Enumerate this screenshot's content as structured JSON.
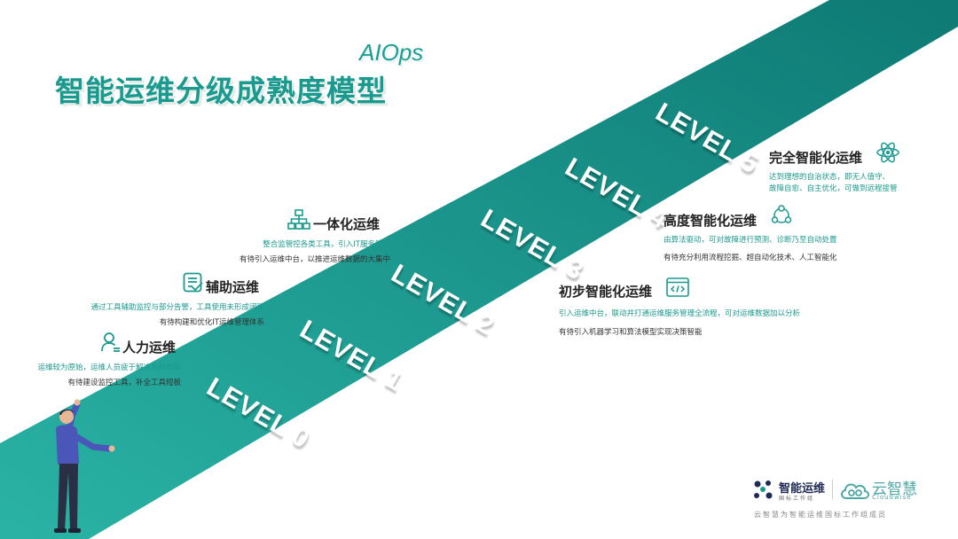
{
  "header": {
    "aiops": "AIOps",
    "title": "智能运维分级成熟度模型"
  },
  "levels": [
    {
      "label": "LEVEL 0"
    },
    {
      "label": "LEVEL 1"
    },
    {
      "label": "LEVEL 2"
    },
    {
      "label": "LEVEL 3"
    },
    {
      "label": "LEVEL 4"
    },
    {
      "label": "LEVEL 5"
    }
  ],
  "stages": {
    "manual": {
      "title": "人力运维",
      "desc1": "运维较为原始，运维人员疲于解决各种故障",
      "desc2": "有待建设监控工具，补全工具短板",
      "icon": "user-icon"
    },
    "assisted": {
      "title": "辅助运维",
      "desc1": "通过工具辅助监控与部分告警，工具使用未形成闭环",
      "desc2": "有待构建和优化IT运维管理体系",
      "icon": "document-icon"
    },
    "integrated": {
      "title": "一体化运维",
      "desc1": "整合监管控各类工具，引入IT服务管理",
      "desc2": "有待引入运维中台，以推进运维数据的大集中",
      "icon": "hierarchy-icon"
    },
    "initial": {
      "title": "初步智能化运维",
      "desc1": "引入运维中台，联动并打通运维服务管理全流程，可对运维数据加以分析",
      "desc2": "有待引入机器学习和算法模型实现决策智能",
      "icon": "code-icon"
    },
    "advanced": {
      "title": "高度智能化运维",
      "desc1": "由算法驱动，可对故障进行预测、诊断乃至自动处置",
      "desc2": "有待充分利用流程挖掘、超自动化技术、人工智能化",
      "icon": "cycle-icon"
    },
    "full": {
      "title": "完全智能化运维",
      "desc1a": "达到理想的自治状态，即无人值守、",
      "desc1b": "故障自愈、自主优化，可做到远程接管",
      "icon": "atom-icon"
    }
  },
  "footer": {
    "logo1_text": "智能运维",
    "logo1_sub": "国标工作组",
    "logo2_text": "云智慧",
    "logo2_sub": "Cloudwise",
    "note": "云智慧为智能运维国标工作组成员"
  },
  "colors": {
    "band_start": "#2ab3a5",
    "band_end": "#0e7a74",
    "accent": "#1a9a8e"
  }
}
